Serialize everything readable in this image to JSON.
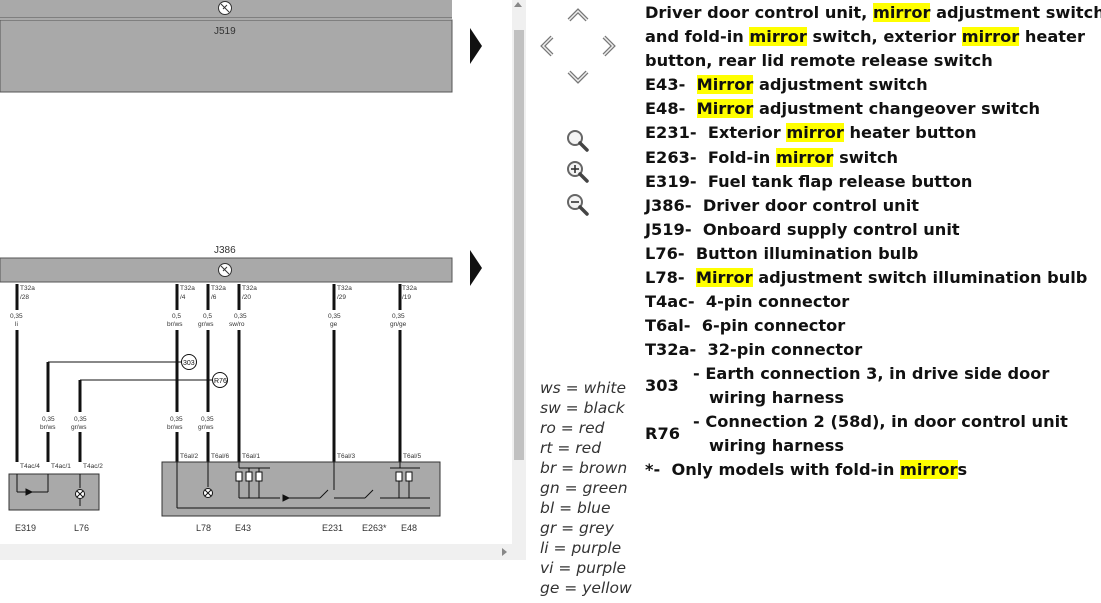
{
  "diagram": {
    "top_unit_label": "J519",
    "mid_unit_label": "J386",
    "pins": [
      {
        "id": "T32a /28",
        "gauge": "0,35",
        "color": "li"
      },
      {
        "id": "T32a /4",
        "gauge": "0,5",
        "color": "br/ws"
      },
      {
        "id": "T32a /6",
        "gauge": "0,5",
        "color": "gr/ws"
      },
      {
        "id": "T32a /20",
        "gauge": "0,35",
        "color": "sw/ro"
      },
      {
        "id": "T32a /29",
        "gauge": "0,35",
        "color": "ge"
      },
      {
        "id": "T32a /19",
        "gauge": "0,35",
        "color": "gn/ge"
      }
    ],
    "junctions": [
      "303",
      "R76"
    ],
    "lower_wires": [
      {
        "gauge": "0,35",
        "color": "br/ws"
      },
      {
        "gauge": "0,35",
        "color": "gr/ws"
      },
      {
        "gauge": "0,35",
        "color": "br/ws"
      },
      {
        "gauge": "0,35",
        "color": "gr/ws"
      }
    ],
    "connectors_left": [
      "T4ac/4",
      "T4ac/1",
      "T4ac/2"
    ],
    "connectors_right": [
      "T6al/2",
      "T6al/6",
      "T6al/1",
      "T6al/3",
      "T6al/5"
    ],
    "components": [
      "E319",
      "L76",
      "L78",
      "E43",
      "E231",
      "E263*",
      "E48"
    ]
  },
  "nav": {
    "icons": [
      "pan-up-icon",
      "pan-left-icon",
      "pan-right-icon",
      "pan-down-icon",
      "zoom-fit-icon",
      "zoom-in-icon",
      "zoom-out-icon"
    ]
  },
  "legend": [
    "ws = white",
    "sw = black",
    "ro = red",
    "rt = red",
    "br = brown",
    "gn = green",
    "bl = blue",
    "gr = grey",
    "li = purple",
    "vi = purple",
    "ge = yellow"
  ],
  "description": {
    "title_lines": [
      [
        "Driver door control unit, ",
        "mirror",
        " adjustment switch"
      ],
      [
        "and fold-in ",
        "mirror",
        " switch, exterior ",
        "mirror",
        " heater"
      ],
      [
        "button, rear lid remote release switch"
      ]
    ],
    "items": [
      {
        "code": "E43-",
        "parts": [
          "",
          "Mirror",
          " adjustment switch"
        ]
      },
      {
        "code": "E48-",
        "parts": [
          "",
          "Mirror",
          " adjustment changeover switch"
        ]
      },
      {
        "code": "E231-",
        "parts": [
          "Exterior ",
          "mirror",
          " heater button"
        ]
      },
      {
        "code": "E263-",
        "parts": [
          "Fold-in ",
          "mirror",
          " switch"
        ]
      },
      {
        "code": "E319-",
        "parts": [
          "Fuel tank flap release button"
        ]
      },
      {
        "code": "J386-",
        "parts": [
          "Driver door control unit"
        ]
      },
      {
        "code": "J519-",
        "parts": [
          "Onboard supply control unit"
        ]
      },
      {
        "code": "L76-",
        "parts": [
          "Button illumination bulb"
        ]
      },
      {
        "code": "L78-",
        "parts": [
          "",
          "Mirror",
          " adjustment switch illumination bulb"
        ]
      },
      {
        "code": "T4ac-",
        "parts": [
          "4-pin connector"
        ]
      },
      {
        "code": "T6al-",
        "parts": [
          "6-pin connector"
        ]
      },
      {
        "code": "T32a-",
        "parts": [
          "32-pin connector"
        ]
      }
    ],
    "special": [
      {
        "code": "303",
        "line1": "- Earth connection 3, in drive side door",
        "line2": "wiring harness"
      },
      {
        "code": "R76",
        "line1": "- Connection 2 (58d), in door control unit",
        "line2": "wiring harness"
      }
    ],
    "footnote": {
      "code": "*-",
      "parts": [
        "Only models with fold-in ",
        "mirror",
        "s"
      ]
    }
  }
}
